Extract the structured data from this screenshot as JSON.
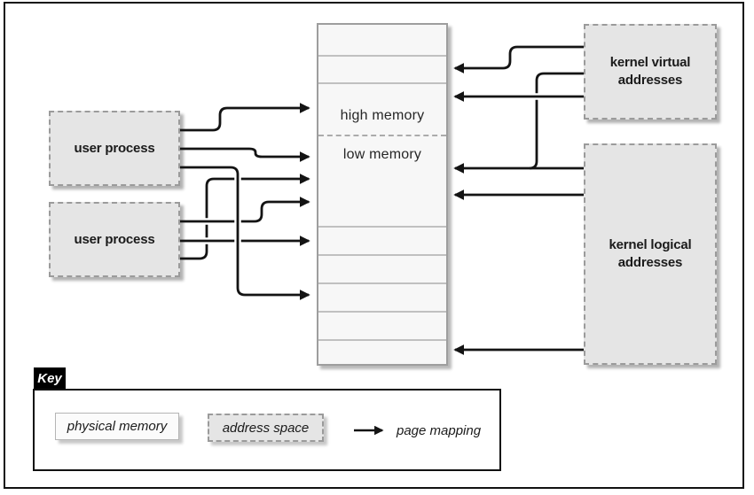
{
  "memory_column": {
    "high_label": "high memory",
    "low_label": "low memory"
  },
  "boxes": {
    "user_process_top": {
      "label": "user process"
    },
    "user_process_bottom": {
      "label": "user process"
    },
    "kernel_virtual": {
      "line1": "kernel virtual",
      "line2": "addresses"
    },
    "kernel_logical": {
      "line1": "kernel logical",
      "line2": "addresses"
    }
  },
  "key": {
    "title": "Key",
    "physical_memory_label": "physical memory",
    "address_space_label": "address space",
    "page_mapping_label": "page mapping"
  },
  "colors": {
    "line": "#141414",
    "address_space_fill": "#e5e5e5",
    "dashed_border": "#9b9b9b",
    "physical_memory_fill": "#f7f7f7",
    "frame": "#111111",
    "key_tab_bg": "#000000",
    "key_tab_text": "#ffffff"
  }
}
